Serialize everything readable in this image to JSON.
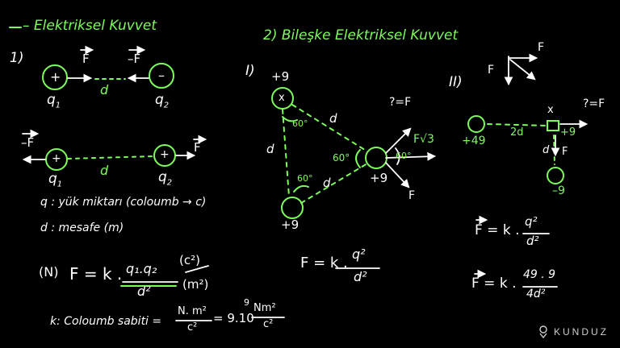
{
  "title1": "– Elektriksel Kuvvet",
  "sec1_num": "1)",
  "F_vec": "F",
  "minusF": "–F",
  "q1": "q",
  "q1_sub": "1",
  "q2": "q",
  "q2_sub": "2",
  "d": "d",
  "plus": "+",
  "minus": "–",
  "def_q": "q : yük miktarı (coloumb → c)",
  "def_d": "d : mesafe (m)",
  "unit_N": "(N)",
  "formula_F": "F = k .",
  "formula_num": "q₁.q₂",
  "formula_den": "d²",
  "unit_c2": "(c²)",
  "unit_m2": "(m²)",
  "k_def": "k: Coloumb sabiti =",
  "k_unit_num": "N. m²",
  "k_unit_den": "c²",
  "k_value": "= 9.10",
  "k_exp": "9",
  "k_value_unit_num": "Nm²",
  "k_value_unit_den": "c²",
  "title2": "2) Bileşke Elektriksel Kuvvet",
  "part1": "I)",
  "charge_plus9": "+9",
  "angle60": "60°",
  "question_F": "?=F",
  "F_root3": "F√3",
  "formula2": "F = k .",
  "formula2_num": "q²",
  "formula2_den": "d²",
  "part2": "II)",
  "charge_plus49": "+49",
  "charge_minus9": "–9",
  "twod": "2d",
  "x_label": "x",
  "formula3_lhs": "F = k .",
  "formula3_num": "q²",
  "formula3_den": "d²",
  "formula4_lhs": "F = k .",
  "formula4_num": "49 . 9",
  "formula4_den": "4d²",
  "logo_text": "KUNDUZ"
}
